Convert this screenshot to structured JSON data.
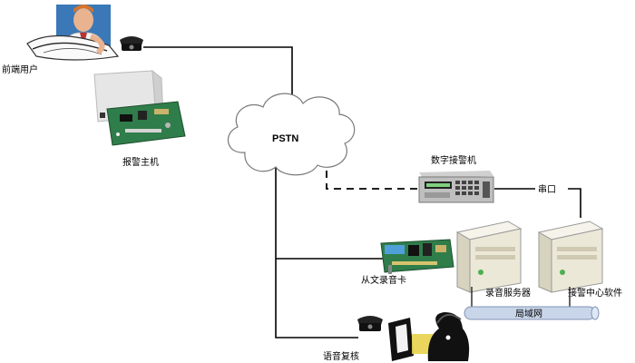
{
  "nodes": {
    "front_user": "前端用户",
    "alarm_host": "报警主机",
    "pstn": "PSTN",
    "digital_receiver": "数字接警机",
    "serial_port": "串口",
    "recorder_card": "从文录音卡",
    "recording_server": "录音服务器",
    "alarm_center_software": "接警中心软件",
    "lan": "局域网",
    "voice_review": "语音复核"
  },
  "colors": {
    "line": "#000000",
    "cloud_stroke": "#7a7a7a",
    "lan_bar": "#c9d6ea",
    "server_body": "#ece8d8",
    "pcb_green": "#2f7d4a"
  }
}
